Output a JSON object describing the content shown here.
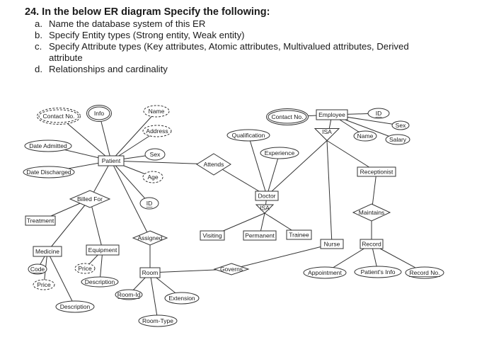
{
  "question": {
    "title": "24. In the below ER diagram Specify the following:",
    "items": [
      {
        "letter": "a.",
        "text": "Name the database system of this ER",
        "cont": ""
      },
      {
        "letter": "b.",
        "text": "Specify Entity types (Strong entity, Weak entity)",
        "cont": ""
      },
      {
        "letter": "c.",
        "text": "Specify Attribute types (Key attributes, Atomic attributes, Multivalued attributes, Derived",
        "cont": "attribute"
      },
      {
        "letter": "d.",
        "text": "Relationships and cardinality",
        "cont": ""
      }
    ]
  },
  "diagram": {
    "entities": [
      {
        "id": "patient",
        "label": "Patient"
      },
      {
        "id": "treatment",
        "label": "Treatment"
      },
      {
        "id": "medicine",
        "label": "Medicine"
      },
      {
        "id": "equipment",
        "label": "Equipment"
      },
      {
        "id": "room",
        "label": "Room"
      },
      {
        "id": "doctor",
        "label": "Doctor"
      },
      {
        "id": "employee",
        "label": "Employee"
      },
      {
        "id": "receptionist",
        "label": "Receptionist"
      },
      {
        "id": "visiting",
        "label": "Visiting"
      },
      {
        "id": "permanent",
        "label": "Permanent"
      },
      {
        "id": "trainee",
        "label": "Trainee"
      },
      {
        "id": "nurse",
        "label": "Nurse"
      },
      {
        "id": "record",
        "label": "Record"
      }
    ],
    "relationships": [
      {
        "id": "attends",
        "label": "Attends"
      },
      {
        "id": "billed-for",
        "label": "Billed For"
      },
      {
        "id": "assigned",
        "label": "Assigned"
      },
      {
        "id": "governs",
        "label": "Governs"
      },
      {
        "id": "maintains",
        "label": "Maintains"
      }
    ],
    "isa": [
      {
        "id": "isa-employee",
        "label": "ISA"
      },
      {
        "id": "isa-doctor",
        "label": "ISA"
      }
    ],
    "attributes": [
      {
        "id": "contact-no-patient",
        "label": "Contact No."
      },
      {
        "id": "info",
        "label": "Info"
      },
      {
        "id": "name-patient",
        "label": "Name"
      },
      {
        "id": "address",
        "label": "Address"
      },
      {
        "id": "sex-patient",
        "label": "Sex"
      },
      {
        "id": "age",
        "label": "Age"
      },
      {
        "id": "id-patient",
        "label": "ID"
      },
      {
        "id": "date-admitted",
        "label": "Date Admitted"
      },
      {
        "id": "date-discharged",
        "label": "Date Discharged"
      },
      {
        "id": "code",
        "label": "Code"
      },
      {
        "id": "price-medicine",
        "label": "Price"
      },
      {
        "id": "price-equipment",
        "label": "Price"
      },
      {
        "id": "description-equipment",
        "label": "Description"
      },
      {
        "id": "description-medicine",
        "label": "Description"
      },
      {
        "id": "room-id",
        "label": "Room-Id"
      },
      {
        "id": "extension",
        "label": "Extension"
      },
      {
        "id": "room-type",
        "label": "Room-Type"
      },
      {
        "id": "contact-no-employee",
        "label": "Contact No."
      },
      {
        "id": "qualification",
        "label": "Qualification"
      },
      {
        "id": "experience",
        "label": "Experience"
      },
      {
        "id": "id-employee",
        "label": "ID"
      },
      {
        "id": "sex-employee",
        "label": "Sex"
      },
      {
        "id": "name-employee",
        "label": "Name"
      },
      {
        "id": "salary",
        "label": "Salary"
      },
      {
        "id": "appointment",
        "label": "Appointment"
      },
      {
        "id": "patients-info",
        "label": "Patient's Info"
      },
      {
        "id": "record-no",
        "label": "Record No."
      }
    ]
  }
}
